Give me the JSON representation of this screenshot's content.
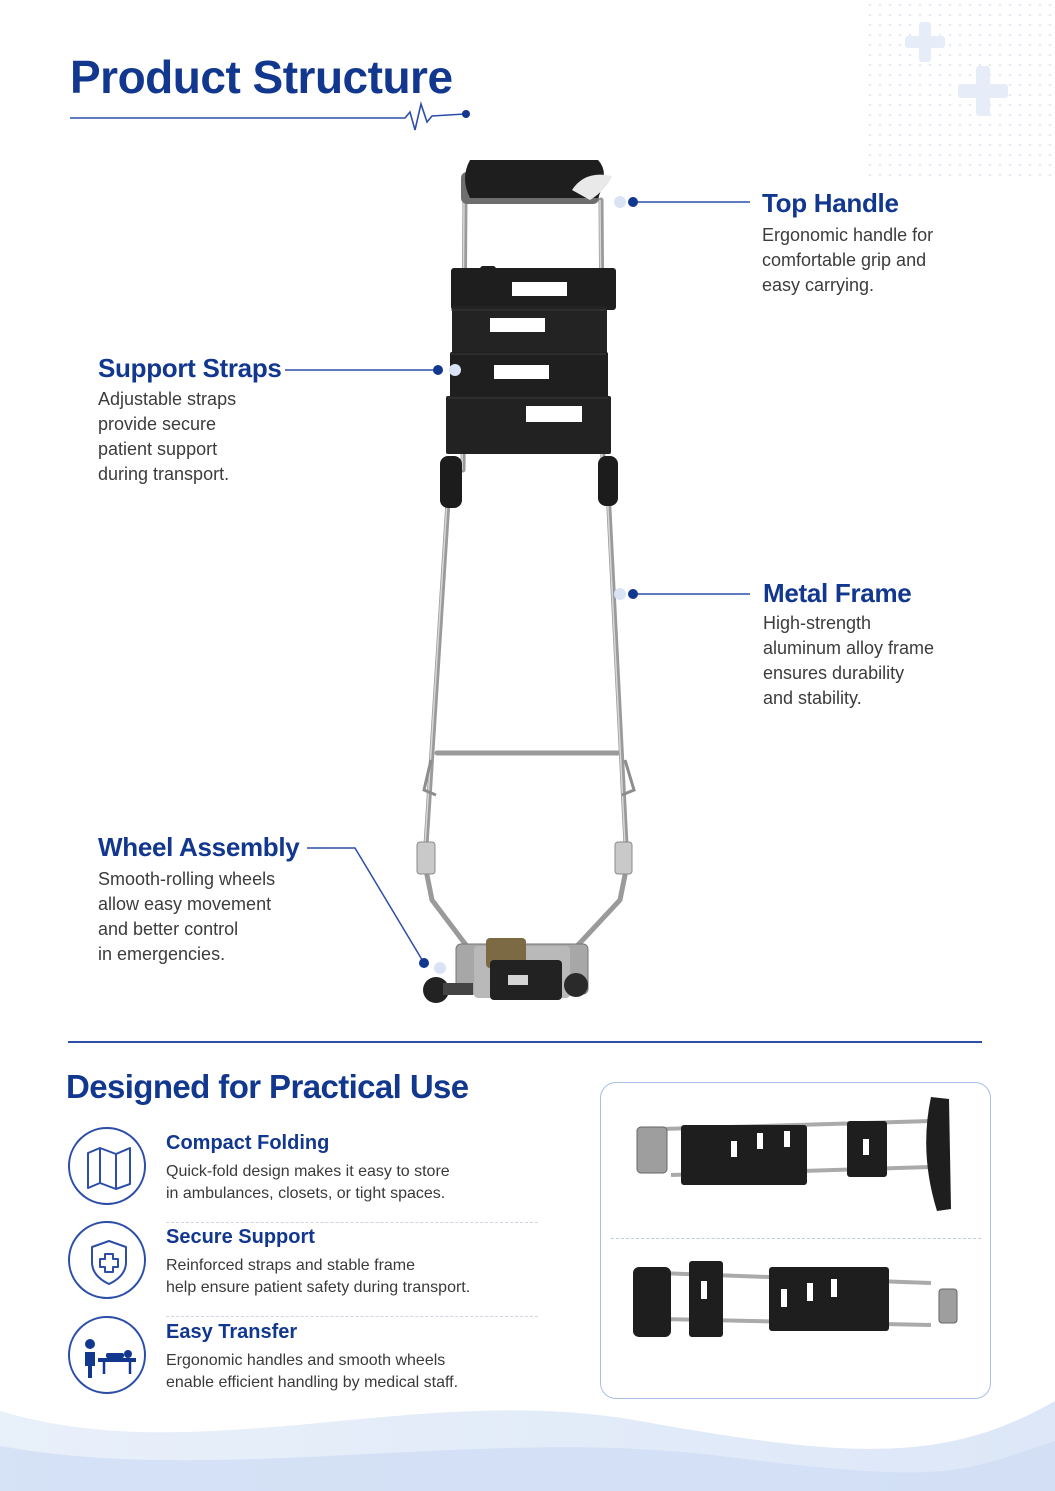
{
  "header": {
    "title": "Product Structure"
  },
  "callouts": {
    "top_handle": {
      "title": "Top Handle",
      "desc_lines": [
        "Ergonomic handle for",
        "comfortable grip and",
        "easy carrying."
      ]
    },
    "support_straps": {
      "title": "Support Straps",
      "desc_lines": [
        "Adjustable straps",
        "provide secure",
        "patient support",
        "during transport."
      ]
    },
    "metal_frame": {
      "title": "Metal Frame",
      "desc_lines": [
        "High-strength",
        "aluminum alloy frame",
        "ensures durability",
        "and stability."
      ]
    },
    "wheel_assembly": {
      "title": "Wheel Assembly",
      "desc_lines": [
        "Smooth-rolling wheels",
        "allow easy movement",
        "and better control",
        "in emergencies."
      ]
    }
  },
  "practical": {
    "title": "Designed for Practical Use",
    "features": [
      {
        "title": "Compact Folding",
        "desc_lines": [
          "Quick-fold design makes it easy to store",
          "in ambulances, closets, or tight spaces."
        ],
        "icon": "folded-map-icon"
      },
      {
        "title": "Secure Support",
        "desc_lines": [
          "Reinforced straps and stable frame",
          "help ensure patient safety during transport."
        ],
        "icon": "shield-cross-icon"
      },
      {
        "title": "Easy Transfer",
        "desc_lines": [
          "Ergonomic handles and smooth wheels",
          "enable efficient handling by medical staff."
        ],
        "icon": "stretcher-person-icon"
      }
    ]
  },
  "colors": {
    "brand_blue": "#12378f",
    "accent_blue": "#2c4ea8",
    "strap_black": "#1e1e1e",
    "frame_steel": "#b7b7b7"
  }
}
